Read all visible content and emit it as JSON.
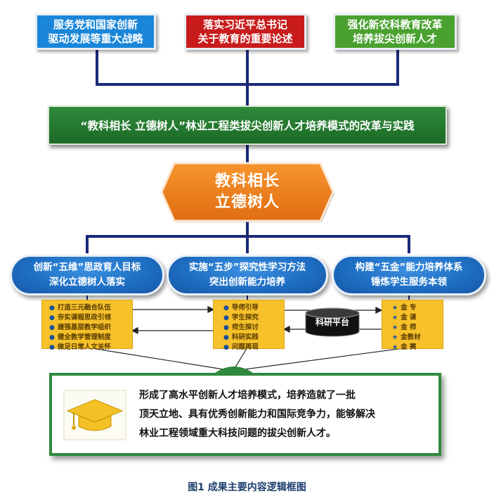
{
  "top_boxes": [
    {
      "line1": "服务党和国家创新",
      "line2": "驱动发展等重大战略",
      "color": "#1a86d9"
    },
    {
      "line1": "落实习近平总书记",
      "line2": "关于教育的重要论述",
      "color": "#c81c1c"
    },
    {
      "line1": "强化新农科教育改革",
      "line2": "培养拔尖创新人才",
      "color": "#4aa12f"
    }
  ],
  "title_bar": "“教科相长 立德树人”林业工程类拔尖创新人才培养模式的改革与实践",
  "core": {
    "line1": "教科相长",
    "line2": "立德树人",
    "color": "#f07f1c"
  },
  "pillars": [
    {
      "line1": "创新“五维”思政育人目标",
      "line2": "深化立德树人落实",
      "items": [
        "打造三元融合队伍",
        "夯实课程思政引领",
        "建强基层教学组织",
        "健全教学管理制度",
        "做足日常人文关怀"
      ]
    },
    {
      "line1": "实施“五步”探究性学习方法",
      "line2": "突出创新能力培养",
      "items": [
        "导师引导",
        "学生探究",
        "师生探讨",
        "科研实践",
        "问题再现"
      ]
    },
    {
      "line1": "构建“五金”能力培养体系",
      "line2": "锤炼学生服务本领",
      "items": [
        "金 专",
        "金 课",
        "金 师",
        "金教材",
        "金 赛"
      ]
    }
  ],
  "platform": "科研平台",
  "result": {
    "line1": "形成了高水平创新人才培养模式，培养造就了一批",
    "line2": "顶天立地、具有优秀创新能力和国际竞争力，能够解决",
    "line3": "林业工程领域重大科技问题的拔尖创新人才。"
  },
  "caption": "图1 成果主要内容逻辑框图",
  "colors": {
    "connector": "#1a2a7a",
    "accent_green": "#2f8a3c",
    "item_yellow": "#f6c12a"
  },
  "icons": [
    "graduation-cap-icon",
    "database-cylinder-icon",
    "star-icon",
    "bullet-dot-icon"
  ]
}
